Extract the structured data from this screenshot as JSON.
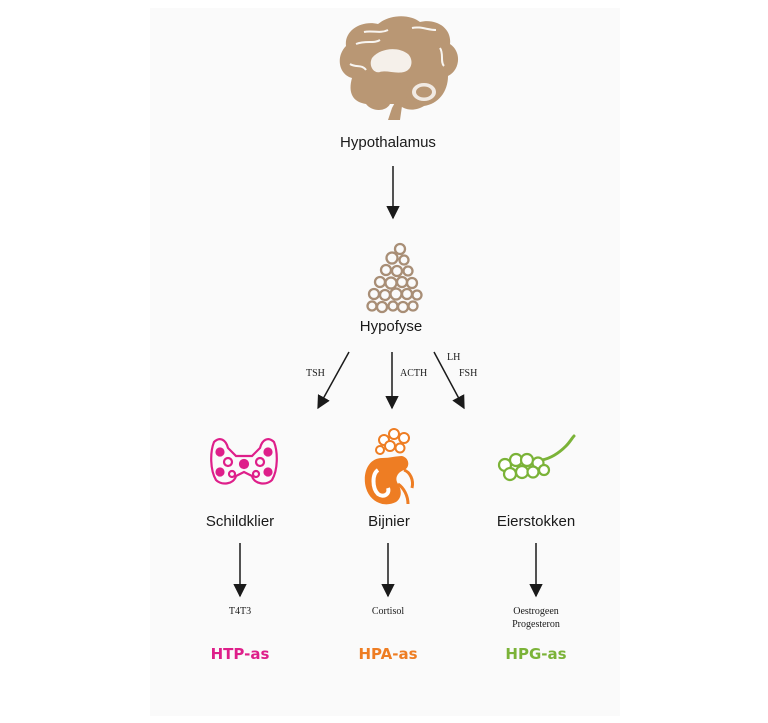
{
  "colors": {
    "brain": "#b99774",
    "pituitary": "#a88e76",
    "thyroid": "#de1f8a",
    "adrenal": "#ee7d23",
    "ovary": "#7bb338",
    "arrow": "#1a1a1a"
  },
  "nodes": {
    "hypothalamus": {
      "label": "Hypothalamus",
      "icon": "brain-icon"
    },
    "hypofyse": {
      "label": "Hypofyse",
      "icon": "pituitary-icon"
    },
    "schildklier": {
      "label": "Schildklier",
      "icon": "thyroid-icon"
    },
    "bijnier": {
      "label": "Bijnier",
      "icon": "adrenal-icon"
    },
    "eierstokken": {
      "label": "Eierstokken",
      "icon": "ovary-icon"
    }
  },
  "arrow_labels": {
    "tsh": "TSH",
    "acth": "ACTH",
    "lh": "LH",
    "fsh": "FSH"
  },
  "hormones": {
    "thyroid": "T4T3",
    "adrenal": "Cortisol",
    "ovary_1": "Oestrogeen",
    "ovary_2": "Progesteron"
  },
  "axes": {
    "htp": "HTP-as",
    "hpa": "HPA-as",
    "hpg": "HPG-as"
  }
}
